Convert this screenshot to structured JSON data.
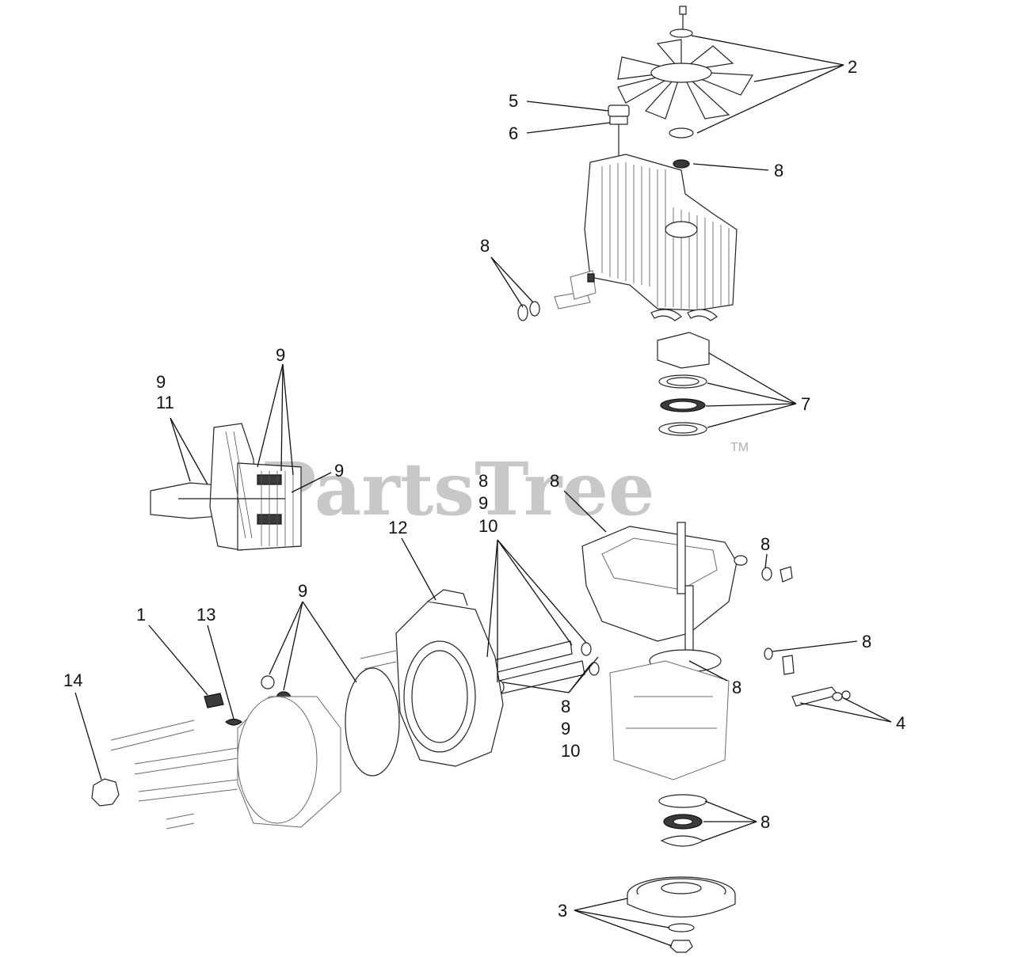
{
  "watermark": {
    "brand": "PartsTree",
    "tm": "TM"
  },
  "callouts": {
    "c2": "2",
    "c5": "5",
    "c6": "6",
    "c8_fan": "8",
    "c8_axle": "8",
    "c9_left": "9",
    "c11": "11",
    "c9_top": "9",
    "c9_right": "9",
    "c7": "7",
    "c8_stack": "8",
    "c9_stack": "9",
    "c10_stack": "10",
    "c8_plate": "8",
    "c8_valve": "8",
    "c12": "12",
    "c9_plugs": "9",
    "c1": "1",
    "c13": "13",
    "c14": "14",
    "c8_oring": "8",
    "c8_gasket": "8",
    "c8_lower": "8",
    "c9_lower": "9",
    "c10_lower": "10",
    "c4": "4",
    "c8_bearing": "8",
    "c3": "3"
  },
  "colors": {
    "ink": "#111111",
    "watermark": "#c8c8c8",
    "background": "#ffffff"
  }
}
